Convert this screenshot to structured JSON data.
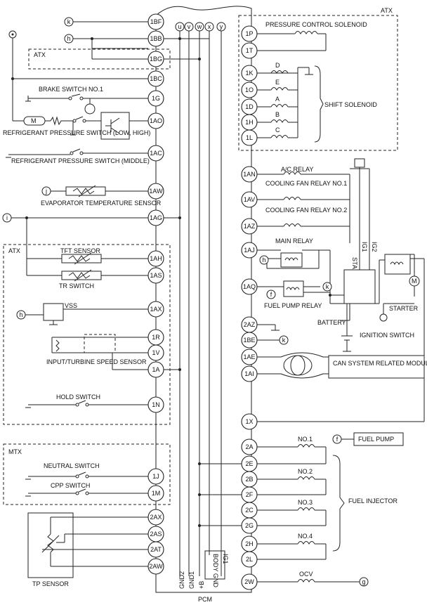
{
  "pcm": {
    "label": "PCM",
    "left_pins": [
      "1BF",
      "1BB",
      "1BG",
      "1BC",
      "1G",
      "1AO",
      "1AC",
      "1AW",
      "1AG",
      "1AH",
      "1AS",
      "1AX",
      "1R",
      "1V",
      "1A",
      "1N",
      "1J",
      "1M",
      "2AX",
      "2AS",
      "2AT",
      "2AW"
    ],
    "right_pins": [
      "1P",
      "1T",
      "1K",
      "1O",
      "1D",
      "1H",
      "1L",
      "1AN",
      "1AV",
      "1AZ",
      "1AJ",
      "1AQ",
      "2AZ",
      "1BE",
      "1AE",
      "1AI",
      "1X",
      "2A",
      "2E",
      "2B",
      "2F",
      "2C",
      "2G",
      "2H",
      "2L",
      "2W"
    ],
    "bus_tags": [
      "u",
      "v",
      "w",
      "x",
      "y"
    ],
    "bottom_labels": [
      "GND2",
      "GND1",
      "+B",
      "BODY GND",
      "IG1"
    ]
  },
  "connectors": [
    "k",
    "h",
    "j",
    "i",
    "h",
    "f",
    "k",
    "h",
    "k",
    "f",
    "g"
  ],
  "blocks": {
    "atx_label": "ATX",
    "mtx_label": "MTX"
  },
  "labels": {
    "brake_switch": "BRAKE SWITCH NO.1",
    "refrig_high_low": "REFRIGERANT PRESSURE SWITCH (LOW, HIGH)",
    "refrig_middle": "REFRIGERANT PRESSURE SWITCH (MIDDLE)",
    "evap_sensor": "EVAPORATOR TEMPERATURE SENSOR",
    "tft_sensor": "TFT SENSOR",
    "tr_switch": "TR SWITCH",
    "vss": "VSS",
    "input_turbine": "INPUT/TURBINE SPEED SENSOR",
    "hold_switch": "HOLD SWITCH",
    "neutral_switch": "NEUTRAL SWITCH",
    "cpp_switch": "CPP SWITCH",
    "tp_sensor": "TP SENSOR",
    "pressure_control": "PRESSURE CONTROL SOLENOID",
    "shift_solenoid": "SHIFT SOLENOID",
    "sol_letters": [
      "D",
      "E",
      "A",
      "B",
      "C"
    ],
    "ac_relay": "A/C RELAY",
    "fan_relay1": "COOLING FAN RELAY NO.1",
    "fan_relay2": "COOLING FAN RELAY NO.2",
    "main_relay": "MAIN RELAY",
    "fuel_pump_relay": "FUEL PUMP RELAY",
    "battery": "BATTERY",
    "ignition_switch": "IGNITION SWITCH",
    "starter": "STARTER",
    "ign_terms": [
      "STA",
      "IG1",
      "IG2"
    ],
    "can_module": "CAN SYSTEM RELATED MODULE",
    "fuel_pump": "FUEL PUMP",
    "fuel_injector": "FUEL INJECTOR",
    "injectors": [
      "NO.1",
      "NO.2",
      "NO.3",
      "NO.4"
    ],
    "ocv": "OCV"
  }
}
